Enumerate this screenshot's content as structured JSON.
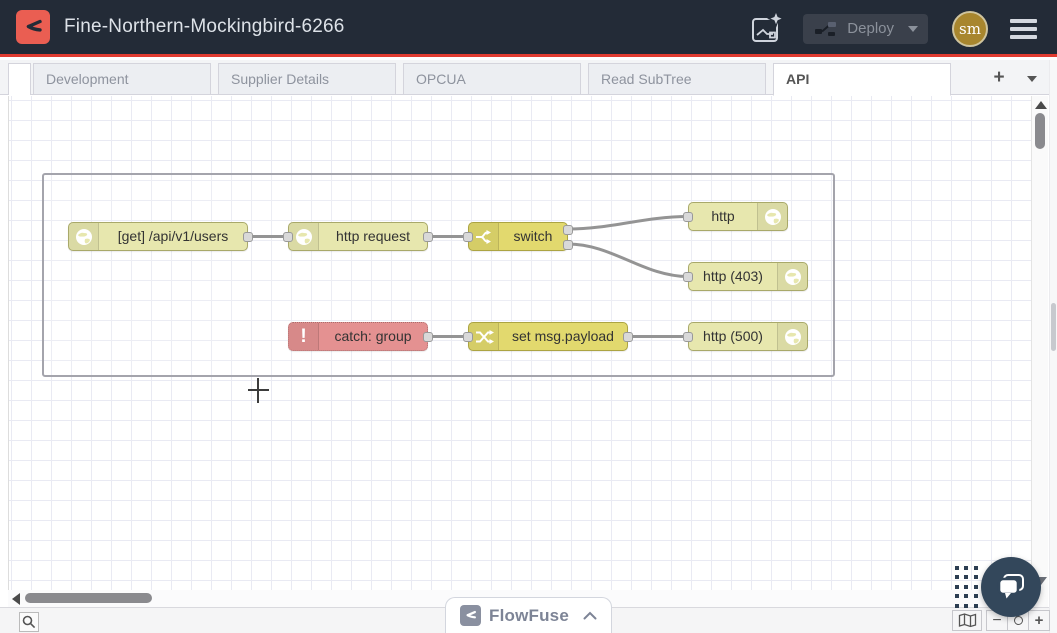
{
  "header": {
    "title": "Fine-Northern-Mockingbird-6266",
    "deploy_label": "Deploy",
    "avatar_initials": "sm"
  },
  "tabs": {
    "items": [
      "Development",
      "Supplier Details",
      "OPCUA",
      "Read SubTree",
      "API"
    ],
    "active": "API",
    "active_index": 4,
    "add_tab_label": "+"
  },
  "flow": {
    "nodes": [
      {
        "type": "http in",
        "label": "[get] /api/v1/users",
        "color": "#e7e7ae"
      },
      {
        "type": "http request",
        "label": "http request",
        "color": "#e7e7ae"
      },
      {
        "type": "switch",
        "label": "switch",
        "color": "#e2d96e"
      },
      {
        "type": "http response",
        "label": "http",
        "color": "#e7e7ae"
      },
      {
        "type": "http response",
        "label": "http (403)",
        "color": "#e7e7ae"
      },
      {
        "type": "catch",
        "label": "catch: group",
        "color": "#e49191"
      },
      {
        "type": "change",
        "label": "set msg.payload",
        "color": "#e2d96e"
      },
      {
        "type": "http response",
        "label": "http (500)",
        "color": "#e7e7ae"
      }
    ],
    "connections": [
      [
        "[get] /api/v1/users",
        "http request"
      ],
      [
        "http request",
        "switch"
      ],
      [
        "switch:1",
        "http"
      ],
      [
        "switch:2",
        "http (403)"
      ],
      [
        "catch: group",
        "set msg.payload"
      ],
      [
        "set msg.payload",
        "http (500)"
      ]
    ],
    "catch_icon_glyph": "!"
  },
  "footer": {
    "flowfuse_label": "FlowFuse",
    "zoom_out_label": "−",
    "zoom_in_label": "+"
  },
  "colors": {
    "header_bg": "#232b37",
    "accent_red": "#e13b30",
    "logo_red": "#ea5e52",
    "node_http": "#e7e7ae",
    "node_function": "#e2d96e",
    "node_catch": "#e49191",
    "avatar_gold": "#a8862e",
    "chat_widget": "#33475b",
    "grid_line": "#e9eaf3"
  }
}
